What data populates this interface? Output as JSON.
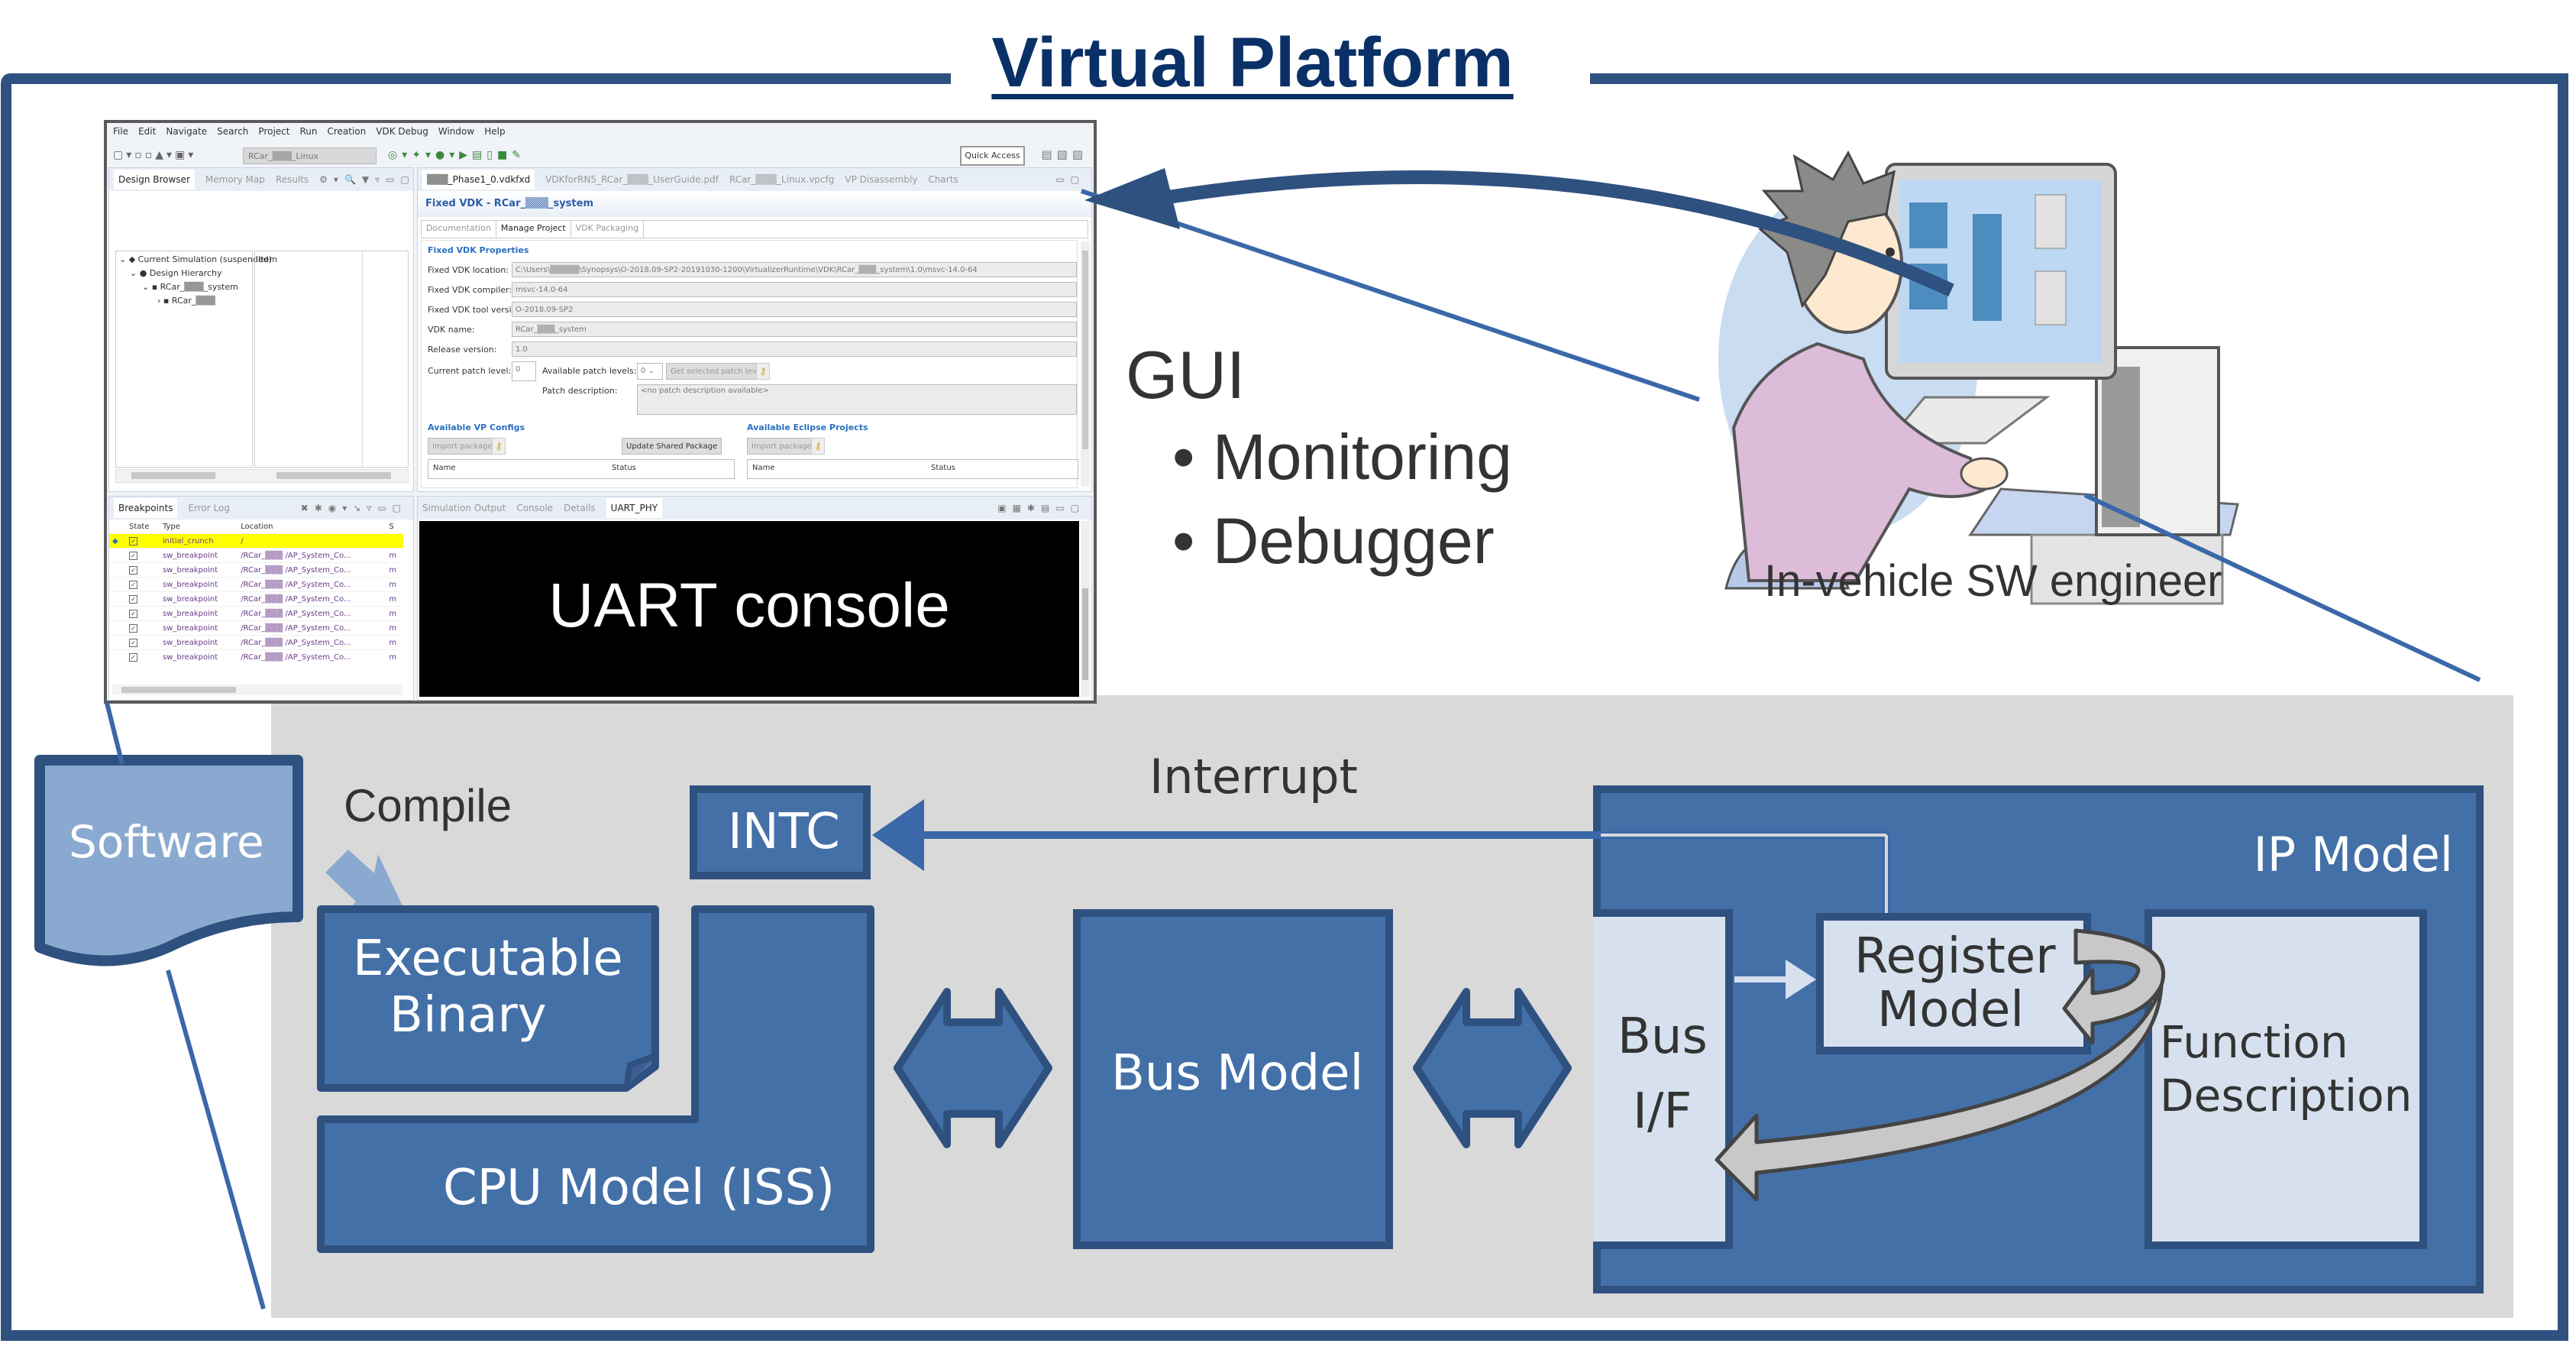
{
  "title": "Virtual Platform",
  "gui_screenshot": {
    "menu": [
      "File",
      "Edit",
      "Navigate",
      "Search",
      "Project",
      "Run",
      "Creation",
      "VDK Debug",
      "Window",
      "Help"
    ],
    "toolbar": {
      "config_combo": "RCar_▒▒▒_Linux",
      "quick_access": "Quick Access"
    },
    "design_browser": {
      "tabs": [
        "Design Browser",
        "Memory Map",
        "Results"
      ],
      "tree": [
        {
          "label": "Current Simulation (suspended)",
          "level": 0
        },
        {
          "label": "Design Hierarchy",
          "level": 1
        },
        {
          "label": "RCar_▒▒▒_system",
          "level": 2
        },
        {
          "label": "RCar_▒▒▒",
          "level": 3
        }
      ],
      "items_header": "Item"
    },
    "editor": {
      "tabs": [
        "▒▒▒_Phase1_0.vdkfxd",
        "VDKforRN5_RCar_▒▒▒_UserGuide.pdf",
        "RCar_▒▒▒_Linux.vpcfg",
        "VP Disassembly",
        "Charts"
      ],
      "header": "Fixed VDK - RCar_▒▒▒_system",
      "subtabs": [
        "Documentation",
        "Manage Project",
        "VDK Packaging"
      ],
      "active_subtab": "Manage Project",
      "section_title": "Fixed VDK Properties",
      "properties": [
        {
          "label": "Fixed VDK location:",
          "value": "C:\\Users\\▒▒▒▒▒\\Synopsys\\O-2018.09-SP2-20191030-1200\\VirtualizerRuntime\\VDK\\RCar_▒▒▒_system\\1.0\\msvc-14.0-64"
        },
        {
          "label": "Fixed VDK compiler:",
          "value": "msvc-14.0-64"
        },
        {
          "label": "Fixed VDK tool version:",
          "value": "O-2018.09-SP2"
        },
        {
          "label": "VDK name:",
          "value": "RCar_▒▒▒_system"
        },
        {
          "label": "Release version:",
          "value": "1.0"
        }
      ],
      "current_patch_level_label": "Current patch level:",
      "current_patch_level": "0",
      "available_patch_levels_label": "Available patch levels:",
      "available_patch_level": "0",
      "get_patch_button": "Get selected patch level",
      "patch_description_label": "Patch description:",
      "patch_description": "<no patch description available>",
      "vp_configs": {
        "title": "Available VP Configs",
        "import_button": "Import package",
        "update_button": "Update Shared Package",
        "columns": [
          "Name",
          "Status"
        ]
      },
      "eclipse_projects": {
        "title": "Available Eclipse Projects",
        "import_button": "Import package",
        "columns": [
          "Name",
          "Status"
        ]
      }
    },
    "breakpoints": {
      "tabs": [
        "Breakpoints",
        "Error Log"
      ],
      "columns": [
        "State",
        "Type",
        "Location",
        "S"
      ],
      "rows": [
        {
          "type": "initial_crunch",
          "location": "/",
          "suffix": "",
          "highlighted": true
        },
        {
          "type": "sw_breakpoint",
          "location": "/RCar_▒▒▒ /AP_System_Co...",
          "suffix": "m",
          "highlighted": false
        },
        {
          "type": "sw_breakpoint",
          "location": "/RCar_▒▒▒ /AP_System_Co...",
          "suffix": "m",
          "highlighted": false
        },
        {
          "type": "sw_breakpoint",
          "location": "/RCar_▒▒▒ /AP_System_Co...",
          "suffix": "m",
          "highlighted": false
        },
        {
          "type": "sw_breakpoint",
          "location": "/RCar_▒▒▒ /AP_System_Co...",
          "suffix": "m",
          "highlighted": false
        },
        {
          "type": "sw_breakpoint",
          "location": "/RCar_▒▒▒ /AP_System_Co...",
          "suffix": "m",
          "highlighted": false
        },
        {
          "type": "sw_breakpoint",
          "location": "/RCar_▒▒▒ /AP_System_Co...",
          "suffix": "m",
          "highlighted": false
        },
        {
          "type": "sw_breakpoint",
          "location": "/RCar_▒▒▒ /AP_System_Co...",
          "suffix": "m",
          "highlighted": false
        },
        {
          "type": "sw_breakpoint",
          "location": "/RCar_▒▒▒ /AP_System_Co...",
          "suffix": "m",
          "highlighted": false
        }
      ]
    },
    "console": {
      "tabs": [
        "Simulation Output",
        "Console",
        "Details",
        "UART_PHY"
      ],
      "active_tab": "UART_PHY",
      "overlay_text": "UART console"
    }
  },
  "gui_annotation": {
    "label": "GUI",
    "bullets": [
      "Monitoring",
      "Debugger"
    ]
  },
  "engineer": {
    "label": "In-vehicle SW engineer"
  },
  "diagram": {
    "software": "Software",
    "compile": "Compile",
    "executable_binary": [
      "Executable",
      "Binary"
    ],
    "cpu_model": "CPU Model (ISS)",
    "intc": "INTC",
    "interrupt": "Interrupt",
    "bus_model": "Bus Model",
    "ip_model": "IP Model",
    "bus_if": [
      "Bus",
      "I/F"
    ],
    "register_model": [
      "Register",
      "Model"
    ],
    "function_description": [
      "Function",
      "Description"
    ]
  },
  "colors": {
    "frame": "#2f5180",
    "title": "#0a3068",
    "block_fill": "#4470a8",
    "block_border": "#2f5180",
    "light_block": "#d6e0ee",
    "software_fill": "#8aa9d0",
    "platform_bg": "#d9d9d9",
    "connector": "#3a68a8"
  }
}
